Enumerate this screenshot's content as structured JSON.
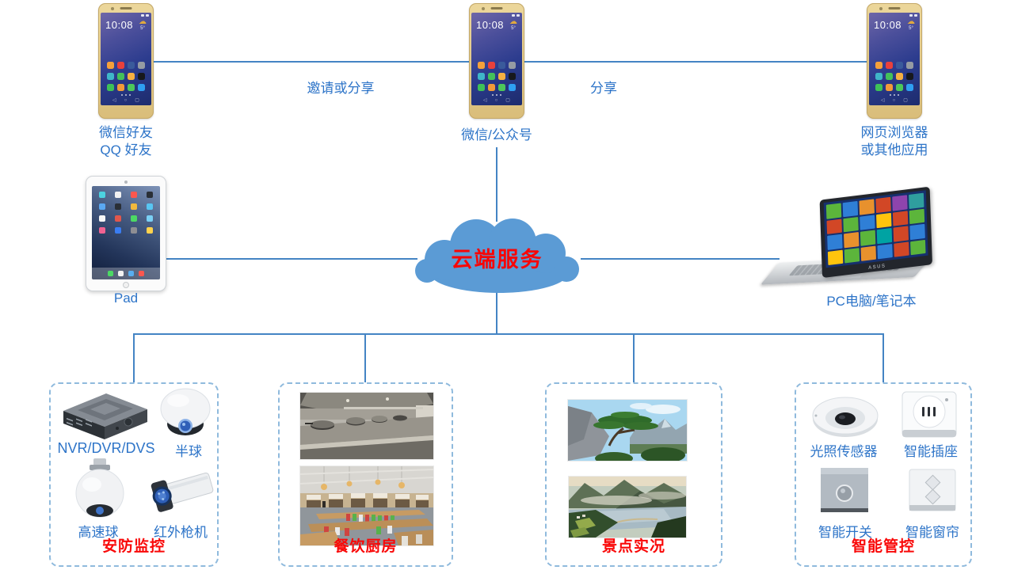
{
  "colors": {
    "connector_line": "#4484c4",
    "label_blue": "#2d74c8",
    "title_red": "#f90808",
    "cloud_fill": "#5b9bd5",
    "dashed_border": "#8fbadd"
  },
  "top_row": {
    "phone_left_label_line1": "微信好友",
    "phone_left_label_line2": "QQ 好友",
    "edge_invite_label": "邀请或分享",
    "phone_center_label": "微信/公众号",
    "edge_share_label": "分享",
    "phone_right_label_line1": "网页浏览器",
    "phone_right_label_line2": "或其他应用"
  },
  "phone_screen": {
    "time": "10:08",
    "temp": "5°"
  },
  "icons": {
    "weather_cloud": "☁",
    "nav_back": "◁",
    "nav_home": "○",
    "nav_recent": "▢"
  },
  "middle_row": {
    "pad_label": "Pad",
    "cloud_label": "云端服务",
    "pc_label": "PC电脑/笔记本",
    "laptop_brand": "ASUS"
  },
  "groups": [
    {
      "title": "安防监控",
      "items": [
        {
          "label": "NVR/DVR/DVS"
        },
        {
          "label": "半球"
        },
        {
          "label": "高速球"
        },
        {
          "label": "红外枪机"
        }
      ]
    },
    {
      "title": "餐饮厨房",
      "photos": [
        {
          "name": "commercial-kitchen"
        },
        {
          "name": "dining-hall"
        }
      ]
    },
    {
      "title": "景点实况",
      "photos": [
        {
          "name": "huangshan-pine"
        },
        {
          "name": "mountain-lake"
        }
      ]
    },
    {
      "title": "智能管控",
      "items": [
        {
          "label": "光照传感器"
        },
        {
          "label": "智能插座"
        },
        {
          "label": "智能开关"
        },
        {
          "label": "智能窗帘"
        }
      ]
    }
  ]
}
